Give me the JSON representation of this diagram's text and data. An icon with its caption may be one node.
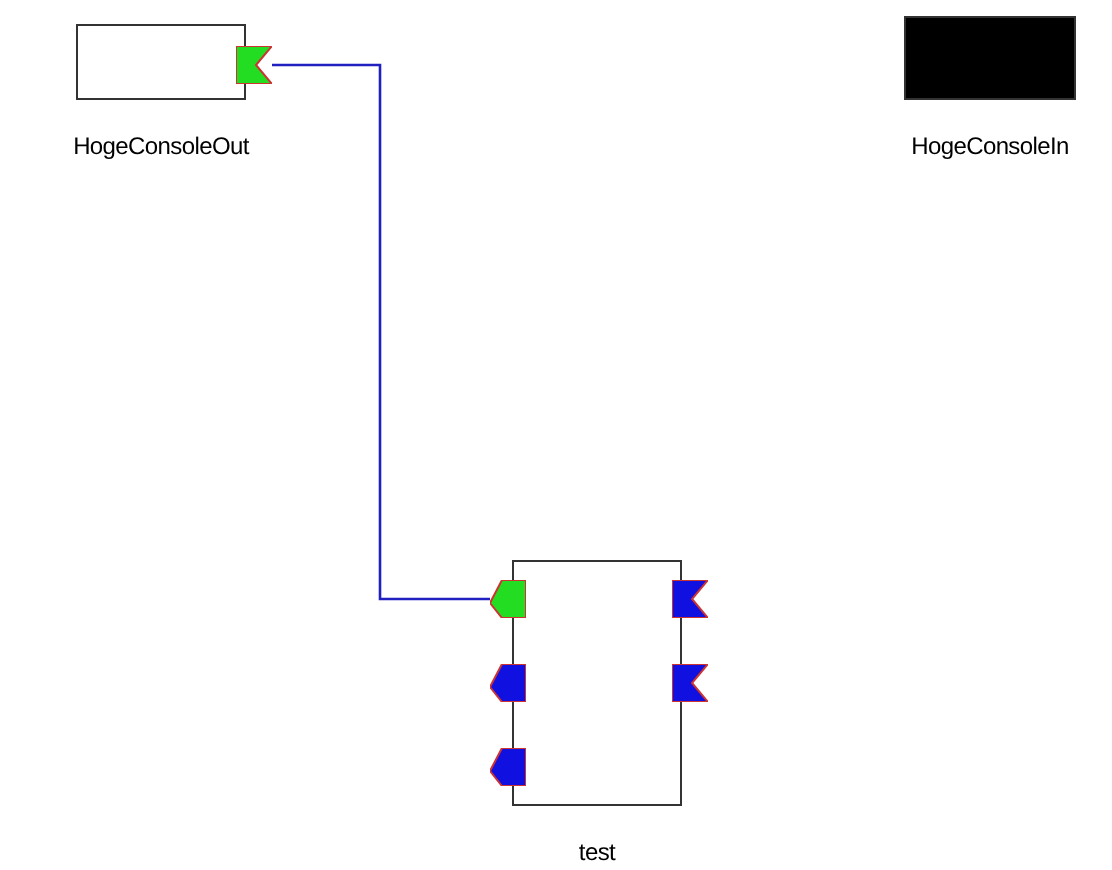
{
  "diagram": {
    "nodes": [
      {
        "text": [
          "HogeConsoleOut"
        ]
      },
      {
        "text": [],
        "shape": "flag"
      },
      {
        "text": [
          "HogeConsoleIn"
        ]
      },
      {
        "text": [
          "test"
        ]
      },
      {
        "text": [],
        "shape": "pentagon"
      },
      {
        "text": [],
        "shape": "pentagon"
      },
      {
        "text": [],
        "shape": "pentagon"
      },
      {
        "text": [],
        "shape": "flag"
      },
      {
        "text": [],
        "shape": "flag"
      }
    ],
    "edges": [
      {
        "from": 1,
        "to": 4,
        "arrow": "none"
      }
    ]
  }
}
